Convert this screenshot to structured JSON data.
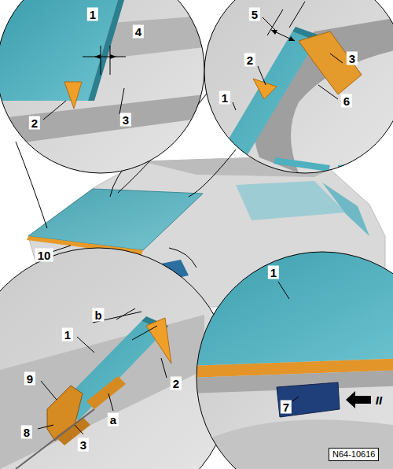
{
  "diagram": {
    "labels": [
      "1",
      "4",
      "2",
      "3",
      "5",
      "2",
      "3",
      "1",
      "6",
      "10",
      "b",
      "1",
      "9",
      "2",
      "a",
      "8",
      "3",
      "1",
      "7",
      "II",
      "N64-10616"
    ]
  }
}
